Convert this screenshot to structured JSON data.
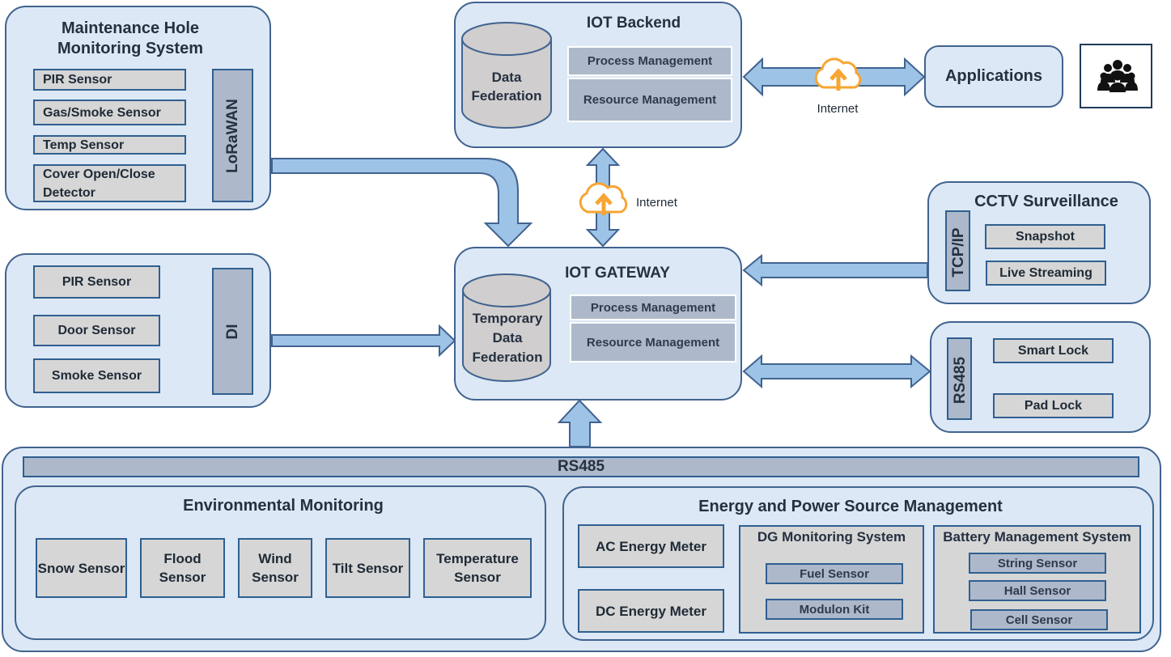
{
  "maintenance": {
    "title": "Maintenance Hole Monitoring System",
    "sensors": [
      "PIR Sensor",
      "Gas/Smoke Sensor",
      "Temp Sensor",
      "Cover Open/Close Detector"
    ],
    "bus": "LoRaWAN"
  },
  "di_group": {
    "sensors": [
      "PIR Sensor",
      "Door Sensor",
      "Smoke Sensor"
    ],
    "bus": "DI"
  },
  "backend": {
    "title": "IOT Backend",
    "db": "Data Federation",
    "mgmt": [
      "Process Management",
      "Resource Management"
    ]
  },
  "gateway": {
    "title": "IOT GATEWAY",
    "db": "Temporary Data Federation",
    "mgmt": [
      "Process Management",
      "Resource Management"
    ]
  },
  "internet_labels": [
    "Internet",
    "Internet"
  ],
  "applications": "Applications",
  "cctv": {
    "title": "CCTV Surveillance",
    "bus": "TCP/IP",
    "items": [
      "Snapshot",
      "Live Streaming"
    ]
  },
  "locks": {
    "bus": "RS485",
    "items": [
      "Smart Lock",
      "Pad Lock"
    ]
  },
  "bottom": {
    "bus": "RS485",
    "env": {
      "title": "Environmental Monitoring",
      "sensors": [
        "Snow Sensor",
        "Flood Sensor",
        "Wind Sensor",
        "Tilt Sensor",
        "Temperature Sensor"
      ]
    },
    "energy": {
      "title": "Energy and Power Source Management",
      "meters": [
        "AC Energy Meter",
        "DC Energy Meter"
      ],
      "dg": {
        "title": "DG Monitoring System",
        "items": [
          "Fuel Sensor",
          "Modulon Kit"
        ]
      },
      "bms": {
        "title": "Battery Management System",
        "items": [
          "String Sensor",
          "Hall Sensor",
          "Cell Sensor"
        ]
      }
    }
  },
  "colors": {
    "panel": "#dce8f5",
    "border": "#41638f",
    "arrow": "#9dc3e6",
    "cloud": "#f7a533",
    "sensor": "#d6d6d6",
    "mgmt": "#adb9ca"
  },
  "icons": {
    "cloud": "cloud-upload-icon",
    "users": "users-group-icon"
  }
}
